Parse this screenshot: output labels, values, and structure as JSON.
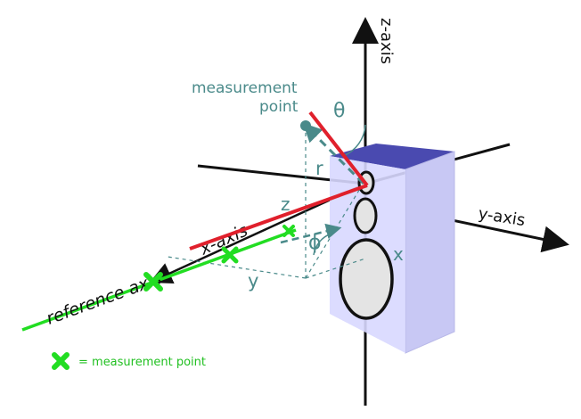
{
  "diagram": {
    "axes": {
      "z_label": "z-axis",
      "y_label": "y-axis",
      "x_label": "x-axis",
      "reference_label": "reference axis"
    },
    "measurement_point_label_line1": "measurement",
    "measurement_point_label_line2": "point",
    "symbols": {
      "theta": "θ",
      "r": "r",
      "phi": "ϕ",
      "x": "x",
      "y": "y",
      "z": "z"
    },
    "legend": {
      "marker_icon": "green-cross-icon",
      "text": "= measurement point"
    },
    "colors": {
      "axis": "#111111",
      "teal": "#4a8a8a",
      "speaker_front": "#d8d8ff",
      "speaker_side": "#c8c8f4",
      "speaker_top": "#4a4ab0",
      "highlight_red": "#e0202c",
      "highlight_green": "#22dd22"
    }
  }
}
